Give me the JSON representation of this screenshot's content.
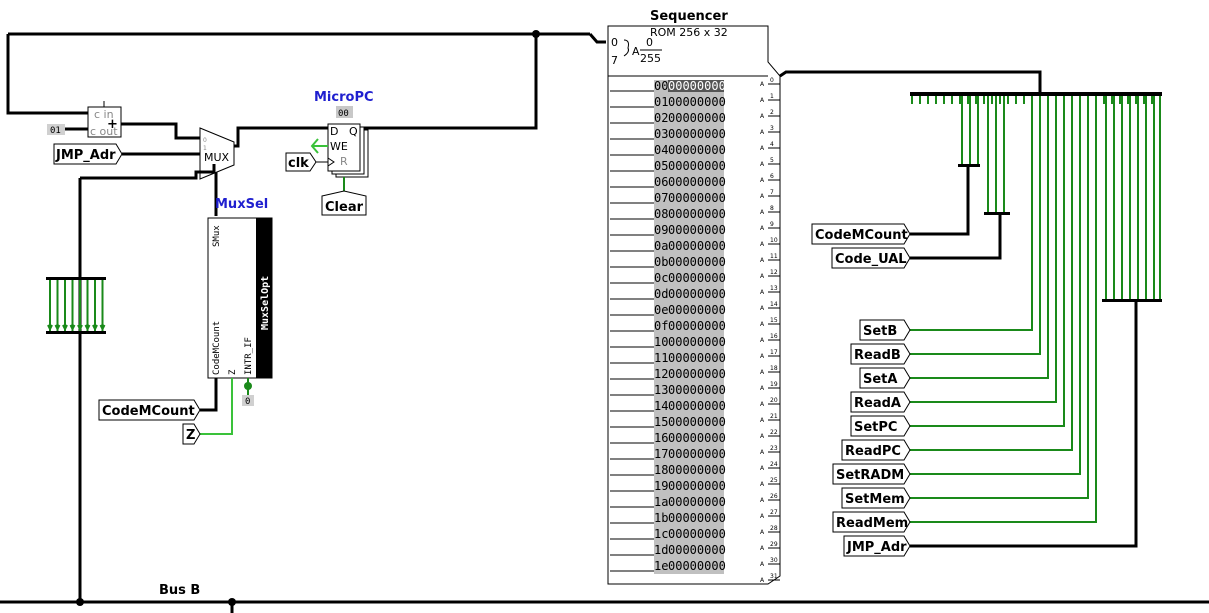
{
  "bus_label": "Bus B",
  "sequencer": {
    "title": "Sequencer",
    "subtitle": "ROM 256 x 32",
    "addr_top": "0",
    "addr_bottom": "255",
    "addr_bits_top": "0",
    "addr_bits_bottom": "7",
    "addr_letter": "A",
    "output_letter": "A",
    "addresses": [
      "00",
      "01",
      "02",
      "03",
      "04",
      "05",
      "06",
      "07",
      "08",
      "09",
      "0a",
      "0b",
      "0c",
      "0d",
      "0e",
      "0f",
      "10",
      "11",
      "12",
      "13",
      "14",
      "15",
      "16",
      "17",
      "18",
      "19",
      "1a",
      "1b",
      "1c",
      "1d",
      "1e"
    ],
    "values": [
      "00000000",
      "00000000",
      "00000000",
      "00000000",
      "00000000",
      "00000000",
      "00000000",
      "00000000",
      "00000000",
      "00000000",
      "00000000",
      "00000000",
      "00000000",
      "00000000",
      "00000000",
      "00000000",
      "00000000",
      "00000000",
      "00000000",
      "00000000",
      "00000000",
      "00000000",
      "00000000",
      "00000000",
      "00000000",
      "00000000",
      "00000000",
      "00000000",
      "00000000",
      "00000000",
      "00000000"
    ],
    "pin_numbers": [
      "0",
      "1",
      "2",
      "3",
      "4",
      "5",
      "6",
      "7",
      "8",
      "9",
      "10",
      "11",
      "12",
      "13",
      "14",
      "15",
      "16",
      "17",
      "18",
      "19",
      "20",
      "21",
      "22",
      "23",
      "24",
      "25",
      "26",
      "27",
      "28",
      "29",
      "30",
      "31"
    ]
  },
  "micropc": {
    "title": "MicroPC",
    "value": "00",
    "d": "D",
    "q": "Q",
    "we": "WE",
    "r": "R"
  },
  "muxsel": {
    "title": "MuxSel",
    "name": "MuxSelOpt",
    "pin_smux": "SMux",
    "pin_codem": "CodeMCount",
    "pin_z": "Z",
    "pin_intr": "INTR_IF",
    "const": "0"
  },
  "adder": {
    "cin": "c in",
    "cout": "c out",
    "plus": "+",
    "const": "01"
  },
  "mux": {
    "label": "MUX",
    "in0": "0",
    "in1": "1"
  },
  "tunnels": {
    "jmp_adr_in": "JMP_Adr",
    "clk": "clk",
    "clear": "Clear",
    "codemcount_left": "CodeMCount",
    "z": "Z",
    "codemcount_right": "CodeMCount",
    "code_ual": "Code_UAL",
    "jmp_adr_out": "JMP_Adr"
  },
  "control_signals": [
    "SetB",
    "ReadB",
    "SetA",
    "ReadA",
    "SetPC",
    "ReadPC",
    "SetRADM",
    "SetMem",
    "ReadMem"
  ]
}
